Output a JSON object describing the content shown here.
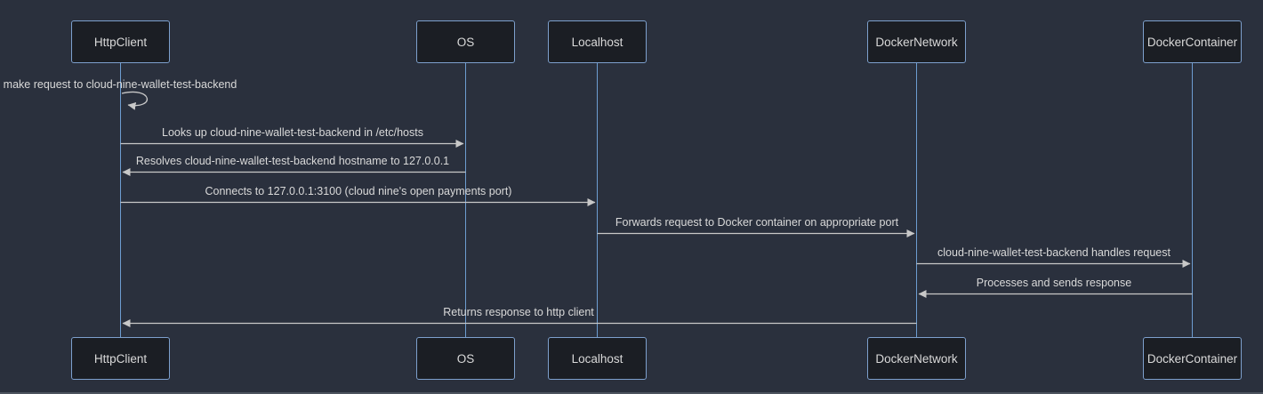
{
  "diagram": {
    "type": "sequence-diagram",
    "participants": [
      {
        "name": "HttpClient"
      },
      {
        "name": "OS"
      },
      {
        "name": "Localhost"
      },
      {
        "name": "DockerNetwork"
      },
      {
        "name": "DockerContainer"
      }
    ],
    "messages": [
      {
        "label": "make request to cloud-nine-wallet-test-backend",
        "from": "HttpClient",
        "to": "HttpClient",
        "type": "self"
      },
      {
        "label": "Looks up cloud-nine-wallet-test-backend in /etc/hosts",
        "from": "HttpClient",
        "to": "OS",
        "type": "solid-arrow"
      },
      {
        "label": "Resolves cloud-nine-wallet-test-backend hostname to 127.0.0.1",
        "from": "OS",
        "to": "HttpClient",
        "type": "solid-arrow"
      },
      {
        "label": "Connects to 127.0.0.1:3100 (cloud nine's open payments port)",
        "from": "HttpClient",
        "to": "Localhost",
        "type": "solid-arrow"
      },
      {
        "label": "Forwards request to Docker container on appropriate port",
        "from": "Localhost",
        "to": "DockerNetwork",
        "type": "solid-arrow"
      },
      {
        "label": "cloud-nine-wallet-test-backend handles request",
        "from": "DockerNetwork",
        "to": "DockerContainer",
        "type": "solid-arrow"
      },
      {
        "label": "Processes and sends response",
        "from": "DockerContainer",
        "to": "DockerNetwork",
        "type": "solid-arrow"
      },
      {
        "label": "Returns response to http client",
        "from": "DockerNetwork",
        "to": "HttpClient",
        "type": "solid-arrow"
      }
    ],
    "colors": {
      "background": "#2a303d",
      "actor_fill": "#1b1e24",
      "actor_border": "#7da0cd",
      "lifeline": "#6d9dd1",
      "arrow": "#c8c8c8",
      "text": "#d9d9d9",
      "bottom_rule": "#4d545e"
    }
  }
}
